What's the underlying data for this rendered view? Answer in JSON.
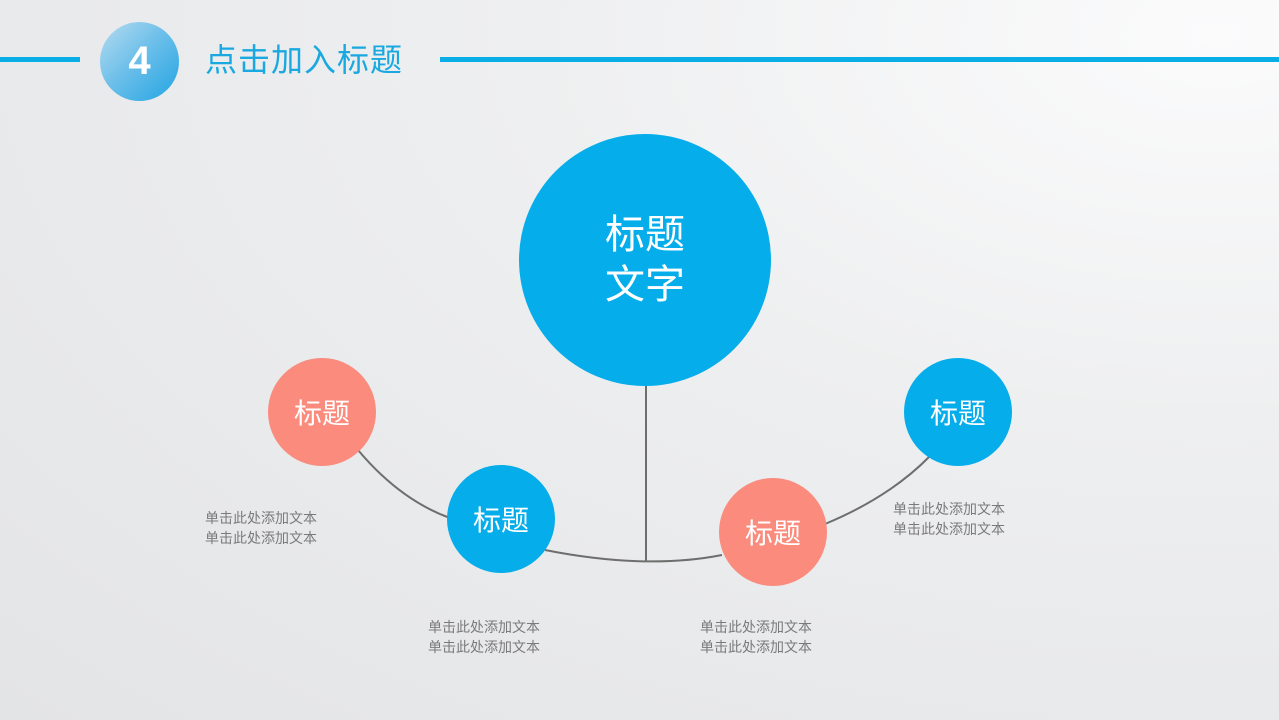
{
  "header": {
    "number": "4",
    "title": "点击加入标题",
    "accent_color": "#0aaee6"
  },
  "diagram": {
    "center": {
      "line1": "标题",
      "line2": "文字",
      "color": "#06adeb"
    },
    "nodes": [
      {
        "label": "标题",
        "color": "#fa8b7d",
        "description": [
          "单击此处添加文本",
          "单击此处添加文本"
        ]
      },
      {
        "label": "标题",
        "color": "#06adeb",
        "description": [
          "单击此处添加文本",
          "单击此处添加文本"
        ]
      },
      {
        "label": "标题",
        "color": "#fa8b7d",
        "description": [
          "单击此处添加文本",
          "单击此处添加文本"
        ]
      },
      {
        "label": "标题",
        "color": "#06adeb",
        "description": [
          "单击此处添加文本",
          "单击此处添加文本"
        ]
      }
    ]
  }
}
